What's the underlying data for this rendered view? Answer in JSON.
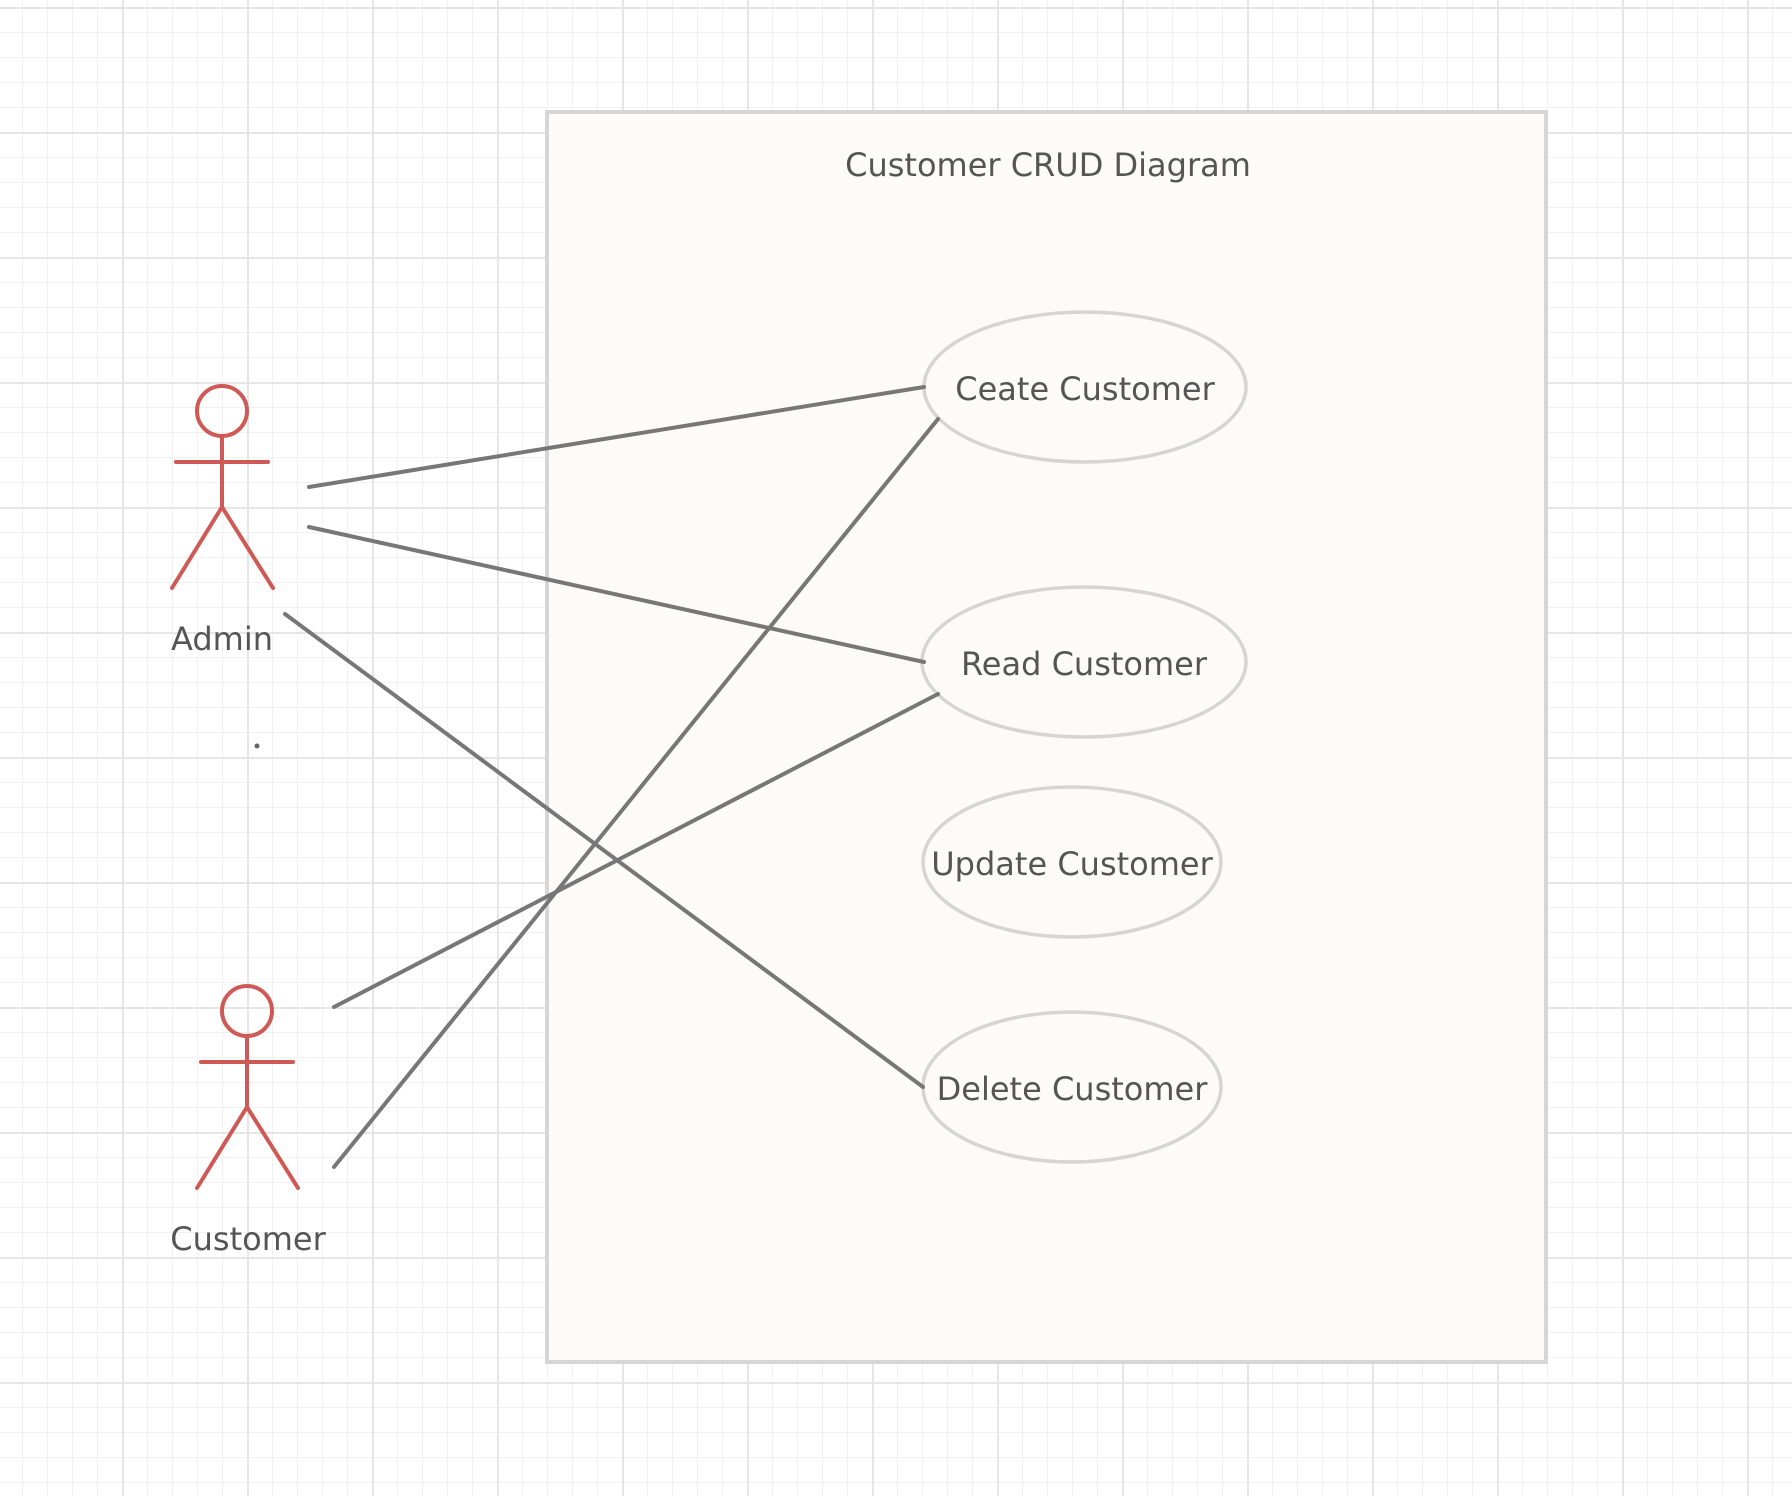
{
  "diagram": {
    "title": "Customer CRUD Diagram",
    "colors": {
      "actor": "#cf5a55",
      "association": "#777777",
      "boundary_fill": "#fcfbfa",
      "boundary_stroke": "#d6d6d6",
      "text": "#555555"
    },
    "actors": [
      {
        "id": "admin",
        "label": "Admin"
      },
      {
        "id": "customer",
        "label": "Customer"
      }
    ],
    "use_cases": [
      {
        "id": "create",
        "label": "Ceate Customer"
      },
      {
        "id": "read",
        "label": "Read Customer"
      },
      {
        "id": "update",
        "label": "Update Customer"
      },
      {
        "id": "delete",
        "label": "Delete Customer"
      }
    ],
    "associations": [
      {
        "from": "admin",
        "to": "create"
      },
      {
        "from": "admin",
        "to": "read"
      },
      {
        "from": "admin",
        "to": "delete"
      },
      {
        "from": "customer",
        "to": "read"
      },
      {
        "from": "customer",
        "to": "create"
      }
    ]
  }
}
